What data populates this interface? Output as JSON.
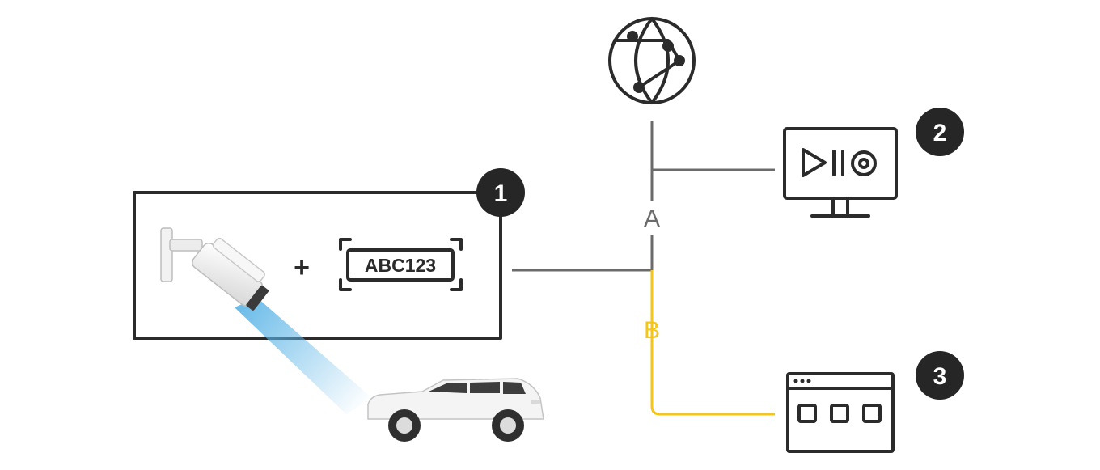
{
  "badges": {
    "one": "1",
    "two": "2",
    "three": "3"
  },
  "connections": {
    "a_label": "A",
    "b_label": "B"
  },
  "plate": {
    "text": "ABC123"
  },
  "plus_sign": "+",
  "icons": {
    "network": "globe-network-icon",
    "camera": "camera-icon",
    "license_plate": "license-plate-icon",
    "car": "car-icon",
    "monitor": "monitor-icon",
    "app_window": "app-window-icon"
  },
  "colors": {
    "outline": "#2b2b2b",
    "line_gray": "#6b6b6b",
    "line_yellow": "#f5c518",
    "badge": "#262626",
    "beam": "#5ab4e6"
  }
}
